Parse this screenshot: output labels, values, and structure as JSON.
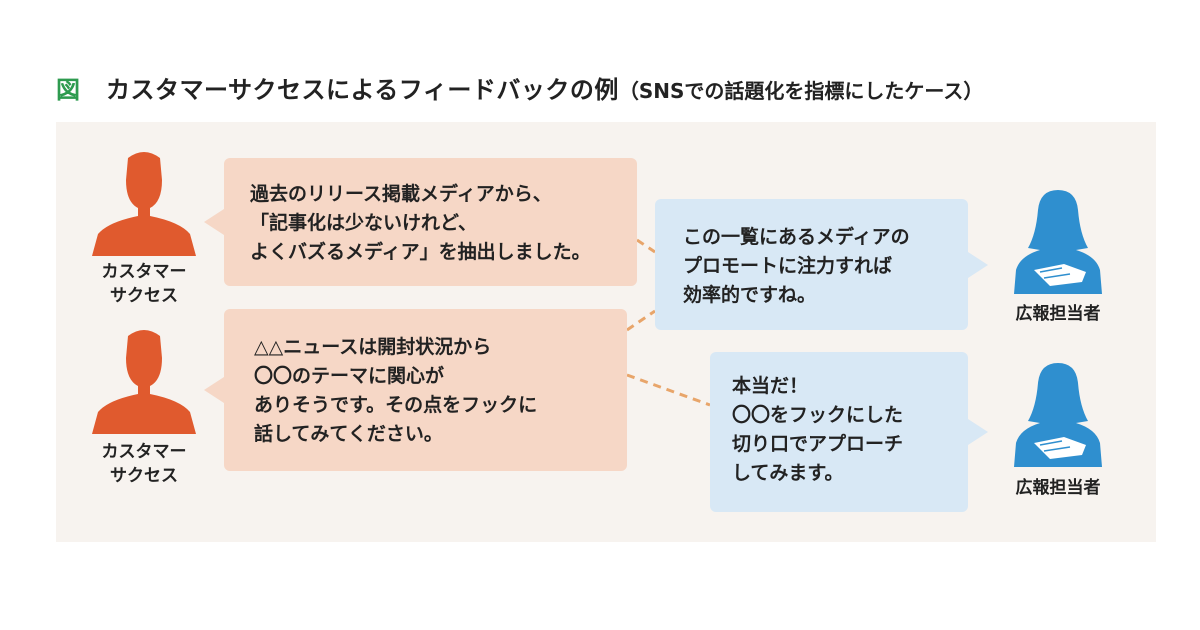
{
  "title": {
    "label": "図",
    "main": "カスタマーサクセスによるフィードバックの例",
    "sub": "（SNSでの話題化を指標にしたケース）"
  },
  "actors": {
    "cs_label": "カスタマー\nサクセス",
    "pr_label": "広報担当者"
  },
  "messages": [
    {
      "speaker": "カスタマーサクセス",
      "text": "過去のリリース掲載メディアから、\n「記事化は少ないけれど、\nよくバズるメディア」を抽出しました。"
    },
    {
      "speaker": "カスタマーサクセス",
      "text": "△△ニュースは開封状況から\n〇〇のテーマに関心が\nありそうです。その点をフックに\n話してみてください。"
    },
    {
      "speaker": "広報担当者",
      "text": "この一覧にあるメディアの\nプロモートに注力すれば\n効率的ですね。"
    },
    {
      "speaker": "広報担当者",
      "text": "本当だ！\n〇〇をフックにした\n切り口でアプローチ\nしてみます。"
    }
  ],
  "colors": {
    "title_label": "#2e9b4f",
    "cs_person": "#e05a2e",
    "pr_person": "#2f8fcf",
    "orange_bubble": "#f6d7c6",
    "blue_bubble": "#d8e8f5",
    "connector": "#e8a56a",
    "panel": "#f7f3ef"
  },
  "icons": {
    "cs_person": "male-silhouette-icon",
    "pr_person": "female-silhouette-icon"
  }
}
